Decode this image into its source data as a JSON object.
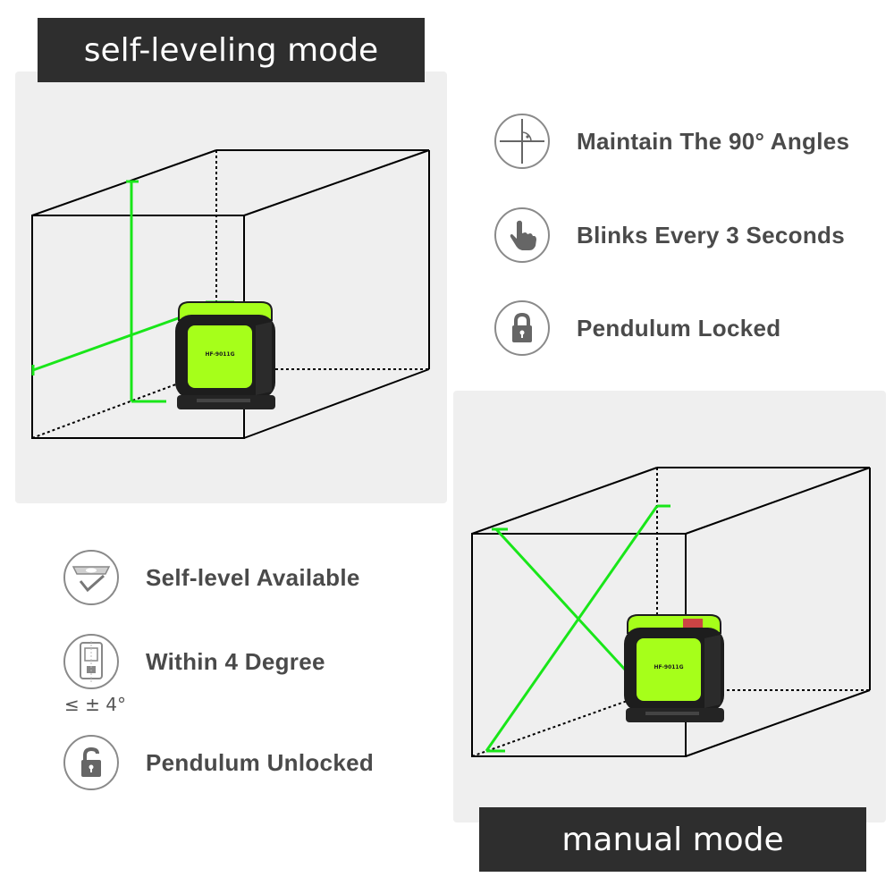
{
  "colors": {
    "laser": "#19e619",
    "panel": "#efefef",
    "title_bg": "#2e2e2e",
    "device_green": "#a6ff1a",
    "device_dark": "#1d1d1d"
  },
  "top_mode": {
    "title": "self-leveling mode"
  },
  "bottom_mode": {
    "title": "manual mode"
  },
  "device": {
    "model": "HF-9011G"
  },
  "manual_features": [
    {
      "label": "Maintain The 90° Angles",
      "icon": "crosshair-angle-icon"
    },
    {
      "label": "Blinks Every 3 Seconds",
      "icon": "pointing-hand-icon"
    },
    {
      "label": "Pendulum Locked",
      "icon": "padlock-locked-icon"
    }
  ],
  "self_level_features": [
    {
      "label": "Self-level Available",
      "icon": "level-check-icon"
    },
    {
      "label": "Within 4 Degree",
      "icon": "tilt-device-icon",
      "note": "≤ ± 4°"
    },
    {
      "label": "Pendulum Unlocked",
      "icon": "padlock-unlocked-icon"
    }
  ]
}
